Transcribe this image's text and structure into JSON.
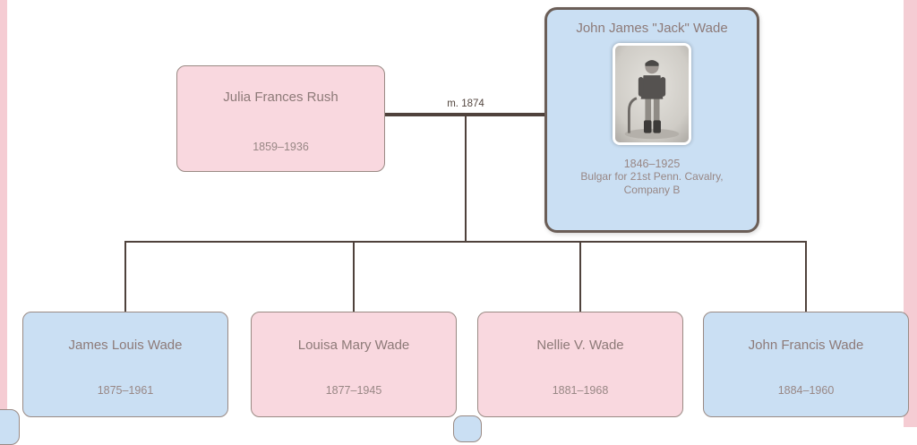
{
  "colors": {
    "canvas": "#ffffff",
    "page_edge": "#f5ccd3",
    "female_box": "#f9d8df",
    "male_box": "#cadff3",
    "box_border": "#9a8a84",
    "selected_border": "#6b5e57",
    "line": "#4f423c",
    "text": "#8d7a78",
    "text_light": "#988785",
    "photo_bg": "#d6d3cf"
  },
  "tree": {
    "marriage": {
      "label": "m. 1874"
    },
    "parents": [
      {
        "name": "Julia Frances Rush",
        "dates": "1859–1936",
        "gender": "female"
      },
      {
        "name": "John James \"Jack\" Wade",
        "dates": "1846–1925",
        "detail": [
          "Bulgar for 21st Penn. Cavalry,",
          "Company B"
        ],
        "gender": "male",
        "photo": "soldier-portrait"
      }
    ],
    "children": [
      {
        "name": "James Louis Wade",
        "dates": "1875–1961",
        "gender": "male"
      },
      {
        "name": "Louisa Mary Wade",
        "dates": "1877–1945",
        "gender": "female"
      },
      {
        "name": "Nellie V. Wade",
        "dates": "1881–1968",
        "gender": "female"
      },
      {
        "name": "John Francis Wade",
        "dates": "1884–1960",
        "gender": "male"
      }
    ]
  }
}
